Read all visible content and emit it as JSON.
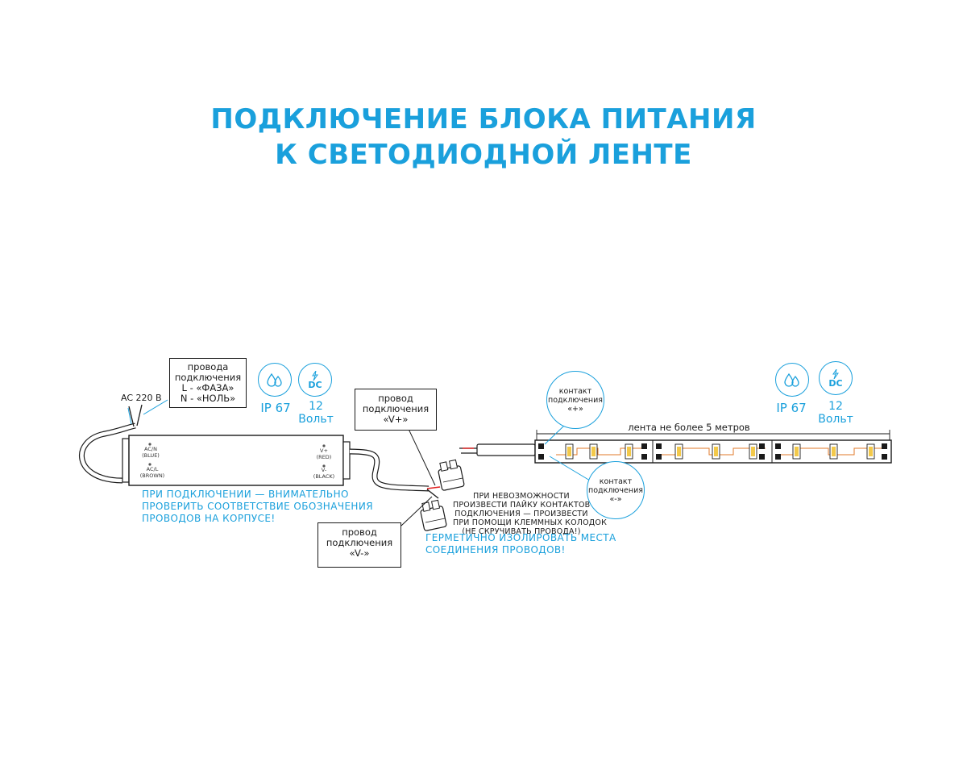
{
  "title": {
    "line1": "ПОДКЛЮЧЕНИЕ БЛОКА ПИТАНИЯ",
    "line2": "К СВЕТОДИОДНОЙ ЛЕНТЕ"
  },
  "psu": {
    "ac_label": "AC 220 B",
    "wires_box": {
      "line1": "провода",
      "line2": "подключения",
      "line3": "L - «ФАЗА»",
      "line4": "N - «НОЛЬ»"
    },
    "terminals_left": {
      "acn": "AC/N",
      "blue": "(BLUE)",
      "acl": "AC/L",
      "brown": "(BROWN)"
    },
    "terminals_right": {
      "vplus": "V+",
      "red": "(RED)",
      "vminus": "V-",
      "black": "(BLACK)"
    },
    "note": {
      "line1": "ПРИ ПОДКЛЮЧЕНИИ — ВНИМАТЕЛЬНО",
      "line2": "ПРОВЕРИТЬ СООТВЕТСТВИЕ ОБОЗНАЧЕНИЯ",
      "line3": "ПРОВОДОВ НА КОРПУСЕ!"
    },
    "ip_rating": "IP 67",
    "dc_icon_text": "DC",
    "voltage_value": "12",
    "voltage_unit": "Вольт"
  },
  "wire_vplus_box": {
    "line1": "провод",
    "line2": "подключения",
    "line3": "«V+»"
  },
  "wire_vminus_box": {
    "line1": "провод",
    "line2": "подключения",
    "line3": "«V-»"
  },
  "solder_note": {
    "line1": "ПРИ НЕВОЗМОЖНОСТИ",
    "line2": "ПРОИЗВЕСТИ ПАЙКУ КОНТАКТОВ",
    "line3": "ПОДКЛЮЧЕНИЯ — ПРОИЗВЕСТИ",
    "line4": "ПРИ ПОМОЩИ КЛЕММНЫХ КОЛОДОК",
    "line5": "(НЕ СКРУЧИВАТЬ ПРОВОДА!)"
  },
  "seal_note": {
    "line1": "ГЕРМЕТИЧНО ИЗОЛИРОВАТЬ МЕСТА",
    "line2": "СОЕДИНЕНИЯ ПРОВОДОВ!"
  },
  "strip": {
    "contact_plus": {
      "line1": "контакт",
      "line2": "подключения",
      "line3": "«+»"
    },
    "contact_minus": {
      "line1": "контакт",
      "line2": "подключения",
      "line3": "«-»"
    },
    "length_label": "лента не более 5 метров",
    "ip_rating": "IP 67",
    "dc_icon_text": "DC",
    "voltage_value": "12",
    "voltage_unit": "Вольт"
  },
  "colors": {
    "accent": "#1aa0dc",
    "line": "#1a1a1a",
    "wire_red": "#e02020",
    "strip_trace": "#e07a2a"
  }
}
